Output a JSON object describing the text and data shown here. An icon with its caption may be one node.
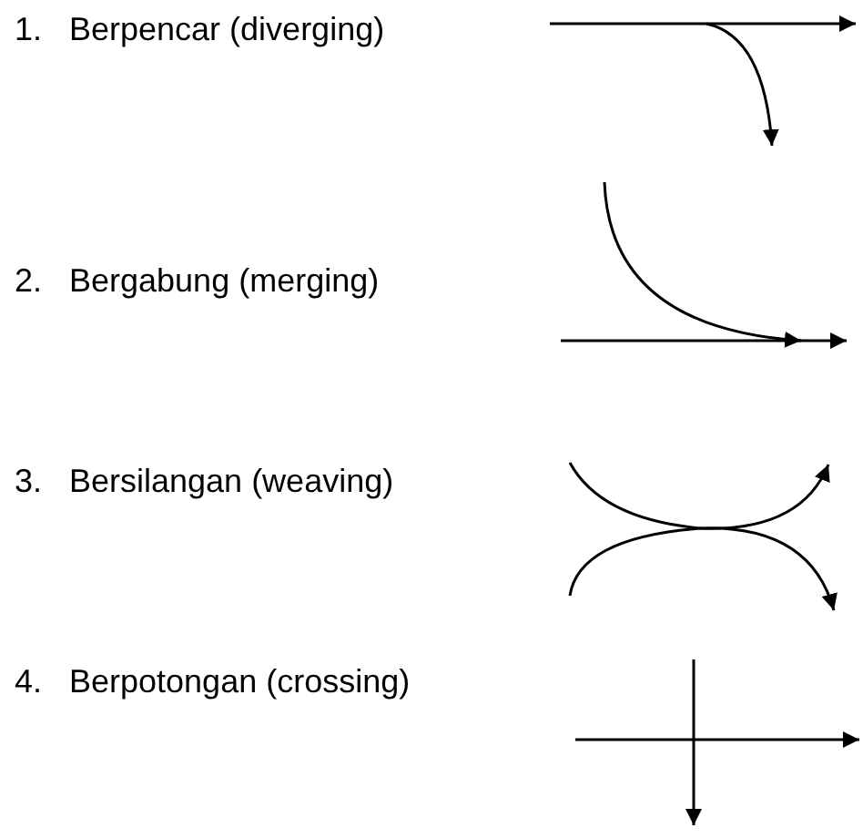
{
  "diagram": {
    "labels": [
      "1.",
      "Berpencar (diverging)",
      "2.",
      "Bergabung (merging)",
      "3.",
      "Bersilangan (weaving)",
      "4.",
      "Berpotongan (crossing)"
    ]
  }
}
